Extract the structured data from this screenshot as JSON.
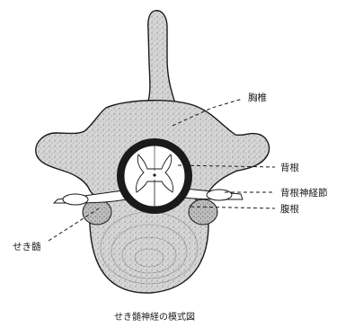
{
  "labels": {
    "thoracic_vertebra": "胸椎",
    "dorsal_root": "背根",
    "dorsal_root_ganglion": "背根神経節",
    "ventral_root": "腹根",
    "spinal_cord": "せき髄"
  },
  "caption": "せき髄神経の模式図",
  "colors": {
    "ink": "#1a1a1a",
    "bone": "#d2d2d2",
    "paper": "#ffffff"
  }
}
